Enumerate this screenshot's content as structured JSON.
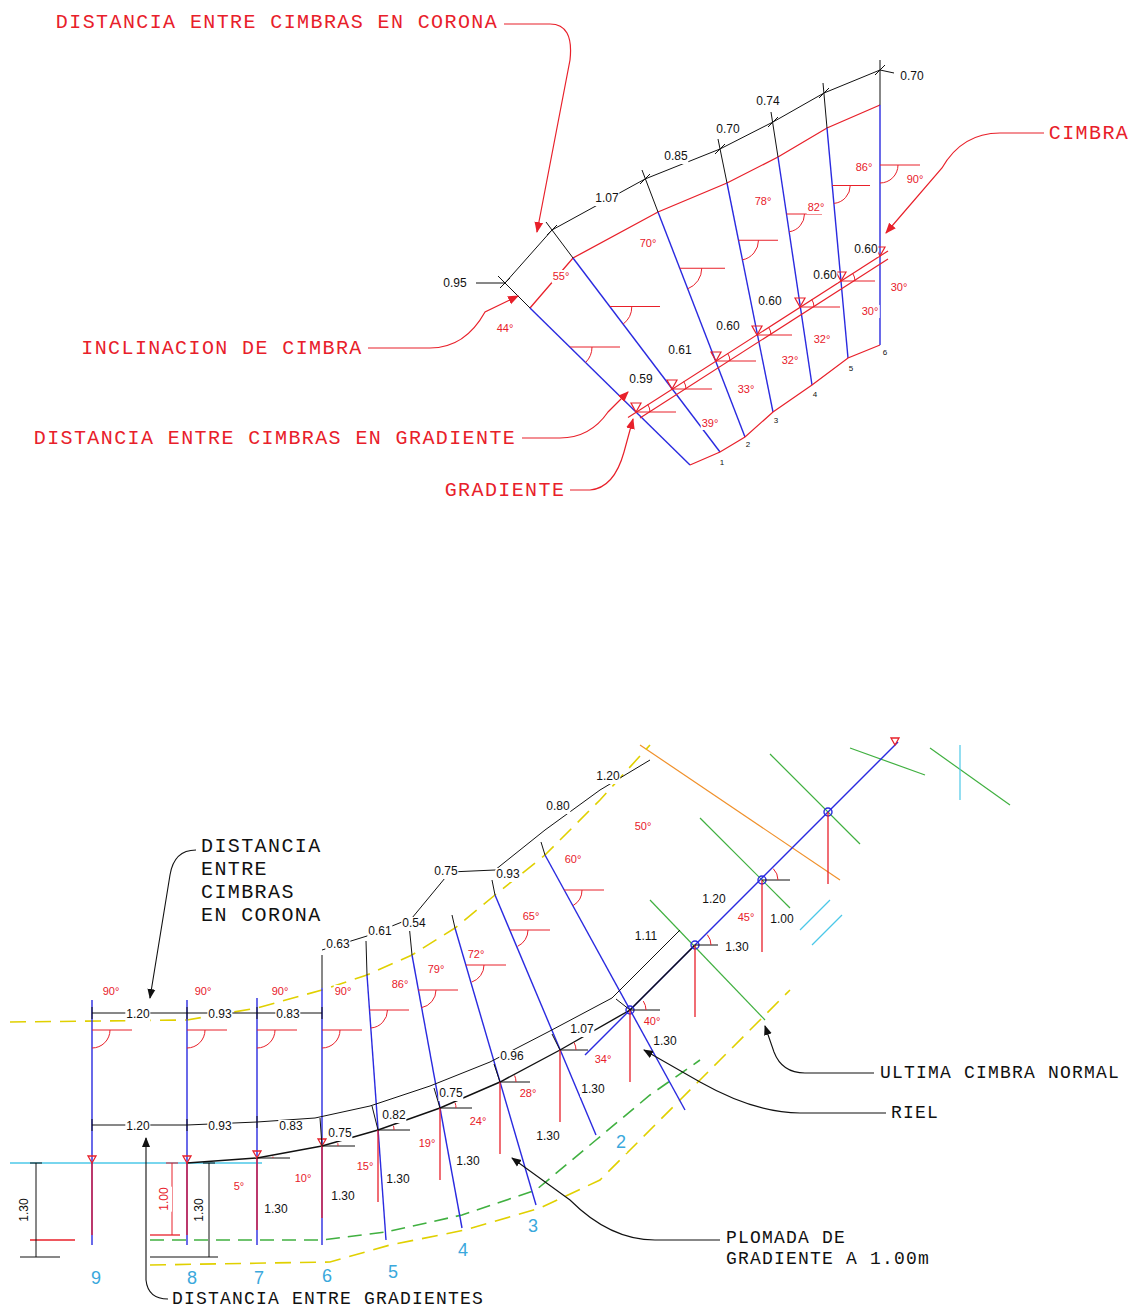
{
  "diagram": {
    "labels": [
      "DISTANCIA ENTRE CIMBRAS EN CORONA",
      "0.70",
      "0.74",
      "0.70",
      "0.85",
      "1.07",
      "0.95",
      "CIMBRA",
      "86°",
      "90°",
      "78°",
      "82°",
      "70°",
      "55°",
      "44°",
      "0.60",
      "30°",
      "0.60",
      "30°",
      "0.60",
      "32°",
      "0.60",
      "32°",
      "0.61",
      "33°",
      "0.59",
      "39°",
      "INCLINACION DE CIMBRA",
      "DISTANCIA ENTRE CIMBRAS EN GRADIENTE",
      "GRADIENTE",
      "1",
      "2",
      "3",
      "4",
      "5",
      "6",
      "1.20",
      "50°",
      "0.80",
      "DISTANCIA ENTRE CIMBRAS EN CORONA",
      "0.75",
      "0.93",
      "60°",
      "1.20",
      "65°",
      "1.00",
      "45°",
      "1.11",
      "1.30",
      "0.63",
      "0.61",
      "0.54",
      "72°",
      "79°",
      "86°",
      "90°",
      "90°",
      "90°",
      "90°",
      "1.20",
      "0.93",
      "0.83",
      "1.07",
      "40°",
      "1.30",
      "ULTIMA CIMBRA NORMAL",
      "0.96",
      "34°",
      "0.75",
      "28°",
      "1.30",
      "RIEL",
      "0.82",
      "24°",
      "1.20",
      "0.93",
      "0.83",
      "0.75",
      "19°",
      "1.30",
      "15°",
      "10°",
      "5°",
      "1.30",
      "1.30",
      "1.00",
      "1.30",
      "1.30",
      "1.30",
      "1.30",
      "PLOMADA DE GRADIENTE A 1.00m",
      "9",
      "8",
      "7",
      "6",
      "5",
      "4",
      "3",
      "2",
      "DISTANCIA ENTRE GRADIENTES"
    ]
  }
}
